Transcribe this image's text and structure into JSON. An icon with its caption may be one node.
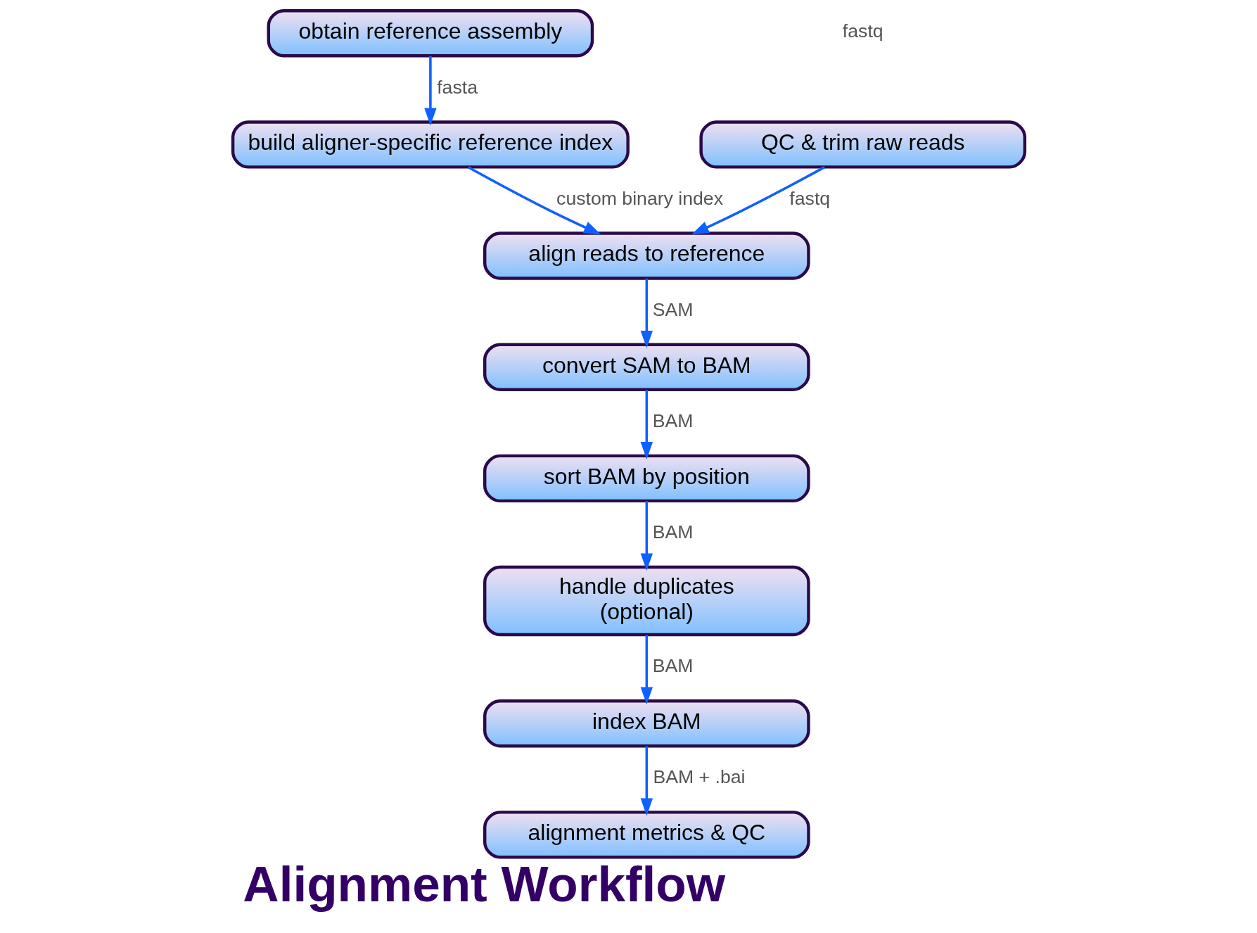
{
  "diagram": {
    "title": "Alignment Workflow",
    "nodes": [
      {
        "text": [
          "obtain reference assembly"
        ]
      },
      {
        "text": [
          "build aligner-specific reference index"
        ]
      },
      {
        "text": [
          "QC & trim raw reads"
        ]
      },
      {
        "text": [
          "align reads to reference"
        ]
      },
      {
        "text": [
          "convert SAM to BAM"
        ]
      },
      {
        "text": [
          "sort BAM by position"
        ]
      },
      {
        "text": [
          "handle duplicates",
          "(optional)"
        ]
      },
      {
        "text": [
          "index BAM"
        ]
      },
      {
        "text": [
          "alignment metrics & QC"
        ]
      }
    ],
    "edges": [
      {
        "from": 0,
        "to": 1,
        "arrow": "to",
        "label": "fasta"
      },
      {
        "from": 1,
        "to": 3,
        "arrow": "to",
        "label": "custom binary index"
      },
      {
        "from": 2,
        "to": 3,
        "arrow": "to",
        "label": "fastq"
      },
      {
        "from": 3,
        "to": 4,
        "arrow": "to",
        "label": "SAM"
      },
      {
        "from": 4,
        "to": 5,
        "arrow": "to",
        "label": "BAM"
      },
      {
        "from": 5,
        "to": 6,
        "arrow": "to",
        "label": "BAM"
      },
      {
        "from": 6,
        "to": 7,
        "arrow": "to",
        "label": "BAM"
      },
      {
        "from": 7,
        "to": 8,
        "arrow": "to",
        "label": "BAM + .bai"
      }
    ],
    "labels": [
      "fastq"
    ]
  }
}
